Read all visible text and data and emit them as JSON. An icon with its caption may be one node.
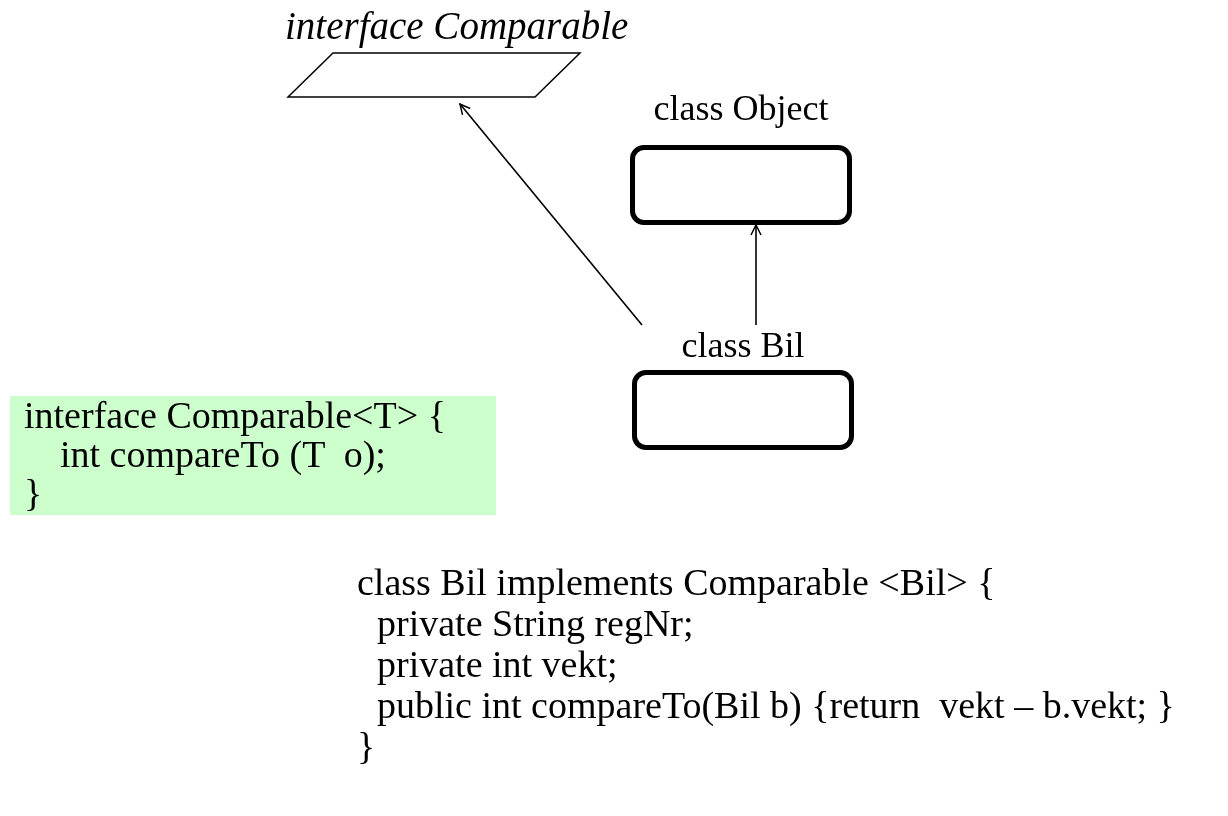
{
  "diagram": {
    "nodes": [
      {
        "text": [
          "interface Comparable"
        ]
      },
      {
        "text": [
          "class Object"
        ]
      },
      {
        "text": [
          "class Bil"
        ]
      },
      {
        "text": [
          "interface Comparable<T> {",
          "int compareTo (T  o);",
          "}"
        ]
      }
    ],
    "edges": [
      {
        "from": 2,
        "to": 0,
        "arrow": "to"
      },
      {
        "from": 2,
        "to": 1,
        "arrow": "to"
      }
    ],
    "labels": [
      "class Bil implements Comparable <Bil> {",
      "private String regNr;",
      "private int vekt;",
      "public int compareTo(Bil b) {return  vekt – b.vekt; }",
      "}"
    ]
  }
}
